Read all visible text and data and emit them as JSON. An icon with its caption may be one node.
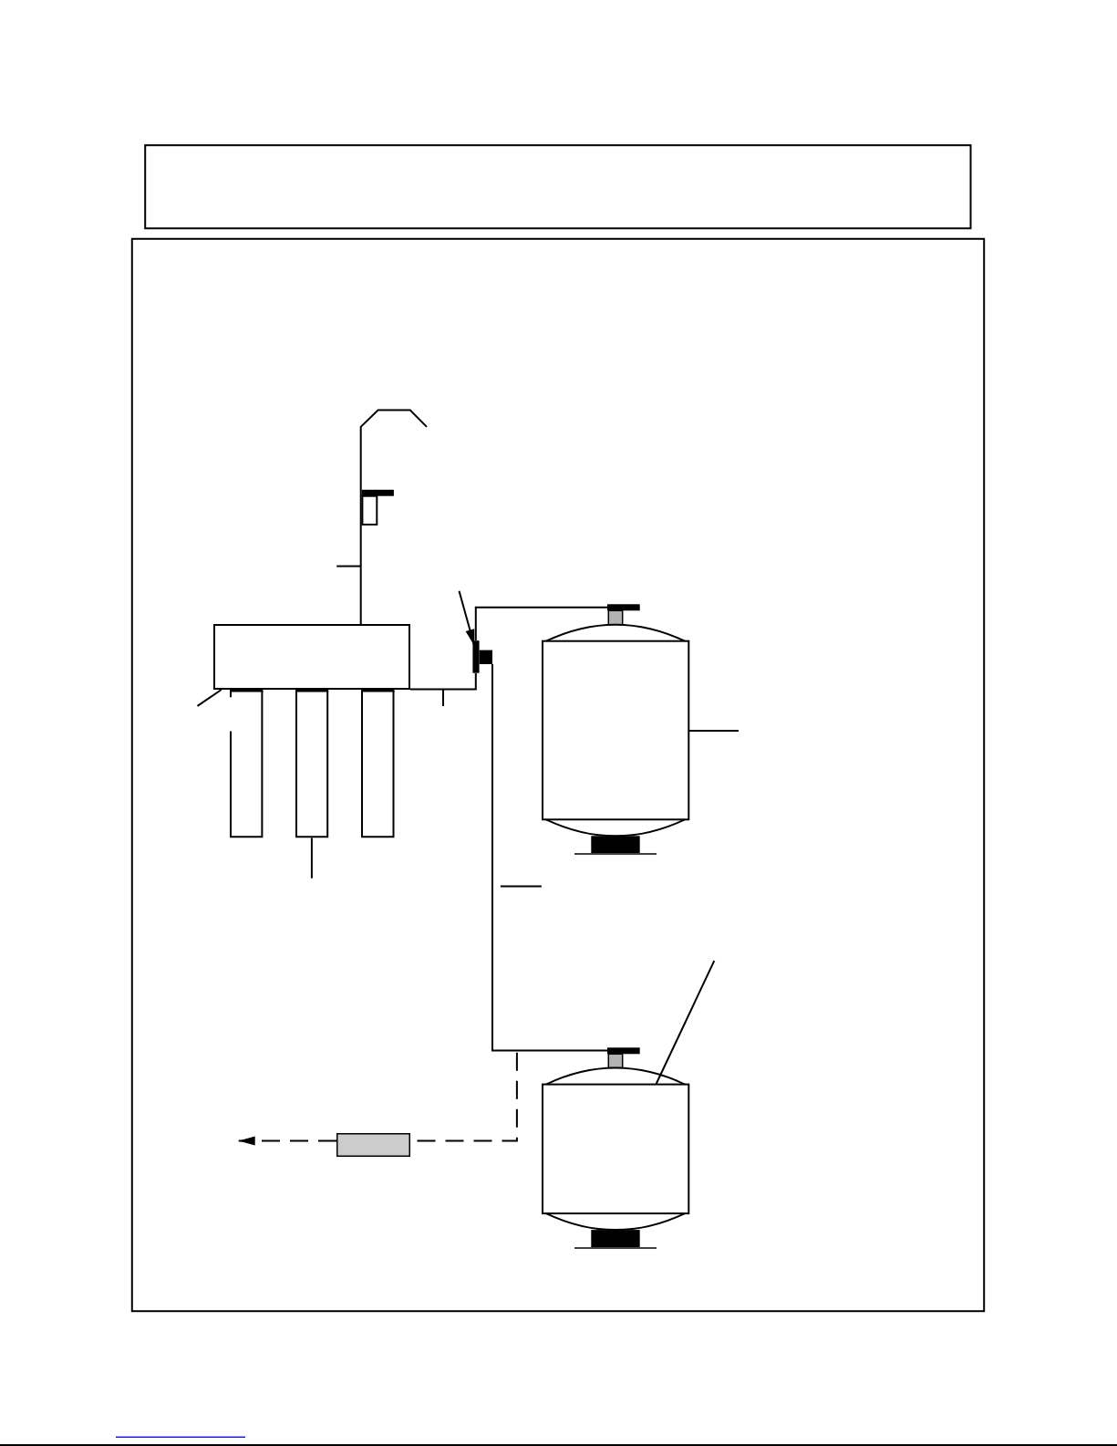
{
  "diagram": {
    "nodes": [
      {
        "text": [],
        "shape": "picture"
      },
      {
        "text": [],
        "shape": "box"
      },
      {
        "text": [],
        "shape": "box"
      },
      {
        "text": [],
        "shape": "box"
      },
      {
        "text": [],
        "shape": "box"
      },
      {
        "text": [],
        "shape": "box"
      },
      {
        "text": [],
        "shape": "cylinder"
      },
      {
        "text": [],
        "shape": "cylinder"
      },
      {
        "text": [],
        "shape": "box"
      }
    ],
    "edges": [
      {
        "from": 1,
        "to": 0,
        "arrow": "none"
      },
      {
        "from": 1,
        "to": 5,
        "arrow": "none"
      },
      {
        "from": 5,
        "to": 6,
        "arrow": "none"
      },
      {
        "from": 5,
        "to": 7,
        "arrow": "none"
      },
      {
        "from": null,
        "to": 8,
        "arrow": "none",
        "style": "dashed"
      },
      {
        "from": 8,
        "to": null,
        "arrow": "to",
        "style": "dashed"
      },
      {
        "from": null,
        "to": 5,
        "arrow": "to"
      },
      {
        "from": null,
        "to": 1,
        "arrow": "none"
      },
      {
        "from": null,
        "to": 6,
        "arrow": "none"
      },
      {
        "from": null,
        "to": 7,
        "arrow": "none"
      },
      {
        "from": null,
        "to": 3,
        "arrow": "none"
      }
    ]
  }
}
